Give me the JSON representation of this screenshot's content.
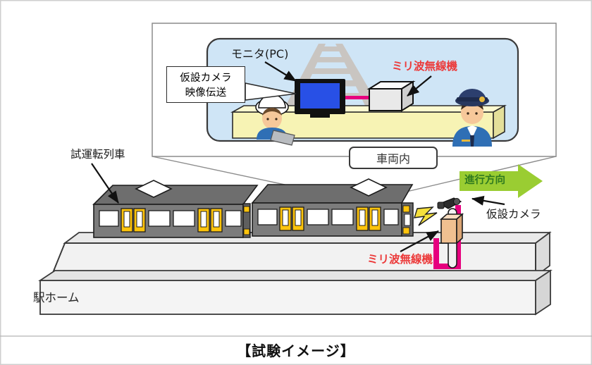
{
  "figure": {
    "caption": "【試験イメージ】",
    "background_color": "#ffffff"
  },
  "inset_panel": {
    "name": "車両内",
    "panel_fill": "#cfe5f6",
    "frame_color": "#3a3a3a",
    "labels": {
      "monitor_pc": "モニタ(PC)",
      "mmwave_radio": "ミリ波無線機",
      "inside_car": "車両内"
    },
    "callout": {
      "line1": "仮設カメラ",
      "line2": "映像伝送"
    },
    "objects": {
      "monitor_icon": "monitor-icon",
      "radio_box_icon": "mmwave-radio-icon",
      "worker_icon": "worker-with-helmet-icon",
      "conductor_icon": "train-conductor-icon",
      "track_icon": "railway-track-icon",
      "cable_color": "#e6007e",
      "desk_color": "#f7f3b4"
    }
  },
  "scene": {
    "train": {
      "label": "試運転列車",
      "body_color": "#7c7c7c",
      "roof_color": "#6e6e6e",
      "door_color": "#ffc40c",
      "window_color": "#ffffff",
      "car_count": 2,
      "pantograph_icon": "pantograph-diamond-icon"
    },
    "platform": {
      "label": "駅ホーム",
      "top_color": "#eeeeee",
      "front_color": "#f2f2f2",
      "edge_color": "#3a3a3a"
    },
    "direction_arrow": {
      "label": "進行方向",
      "color": "#9acd32",
      "text_color": "#2f7a1f"
    },
    "equipment": {
      "camera_label": "仮設カメラ",
      "mmwave_label": "ミリ波無線機",
      "pole_color": "#e6007e",
      "radio_box_color": "#f0c090",
      "camera_color": "#2b2b2b",
      "signal_icon": "lightning-bolt-icon",
      "signal_color": "#f5e03c"
    }
  },
  "colors": {
    "red_text": "#ec3a3a",
    "green_text": "#2f7a1f",
    "magenta": "#e6007e",
    "pale_blue": "#cfe5f6",
    "gray_line": "#8c8c8c"
  }
}
